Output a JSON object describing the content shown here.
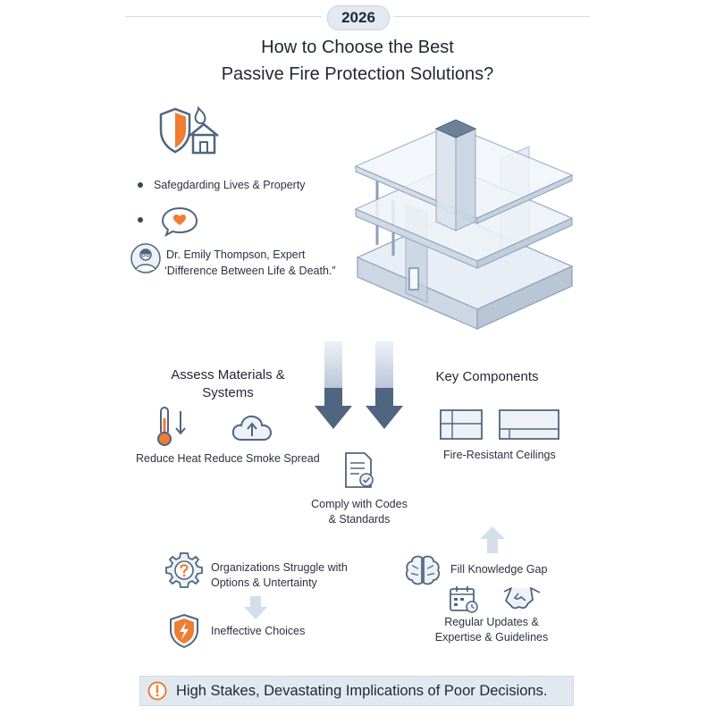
{
  "header": {
    "year": "2026",
    "title_line1": "How to Choose the Best",
    "title_line2": "Passive Fire Protection Solutions?"
  },
  "intro": {
    "bullet1": "Safegdarding Lives & Property",
    "expert_name": "Dr. Emily Thompson, Expert",
    "expert_quote": "‘Difference Between Life & Death.”"
  },
  "left_section": {
    "heading_line1": "Assess Materials &",
    "heading_line2": "Systems",
    "caption": "Reduce Heat Reduce Smoke Spread"
  },
  "right_section": {
    "heading": "Key Components",
    "caption": "Fire-Resistant Ceilings"
  },
  "center": {
    "comply_line1": "Comply with Codes",
    "comply_line2": "& Standards"
  },
  "bottom_left": {
    "struggle_line1": "Organizations Struggle with",
    "struggle_line2": "Options & Untertainty",
    "ineffective": "Ineffective Choices"
  },
  "bottom_right": {
    "fill_gap": "Fill Knowledge Gap",
    "updates_line1": "Regular Updates &",
    "updates_line2": "Expertise & Guidelines"
  },
  "banner": {
    "text": "High Stakes, Devastating Implications of Poor Decisions."
  },
  "colors": {
    "accent_orange": "#ef7d32",
    "slate": "#4f6580",
    "light_slate": "#d9e2ec",
    "ink": "#1f2733"
  }
}
